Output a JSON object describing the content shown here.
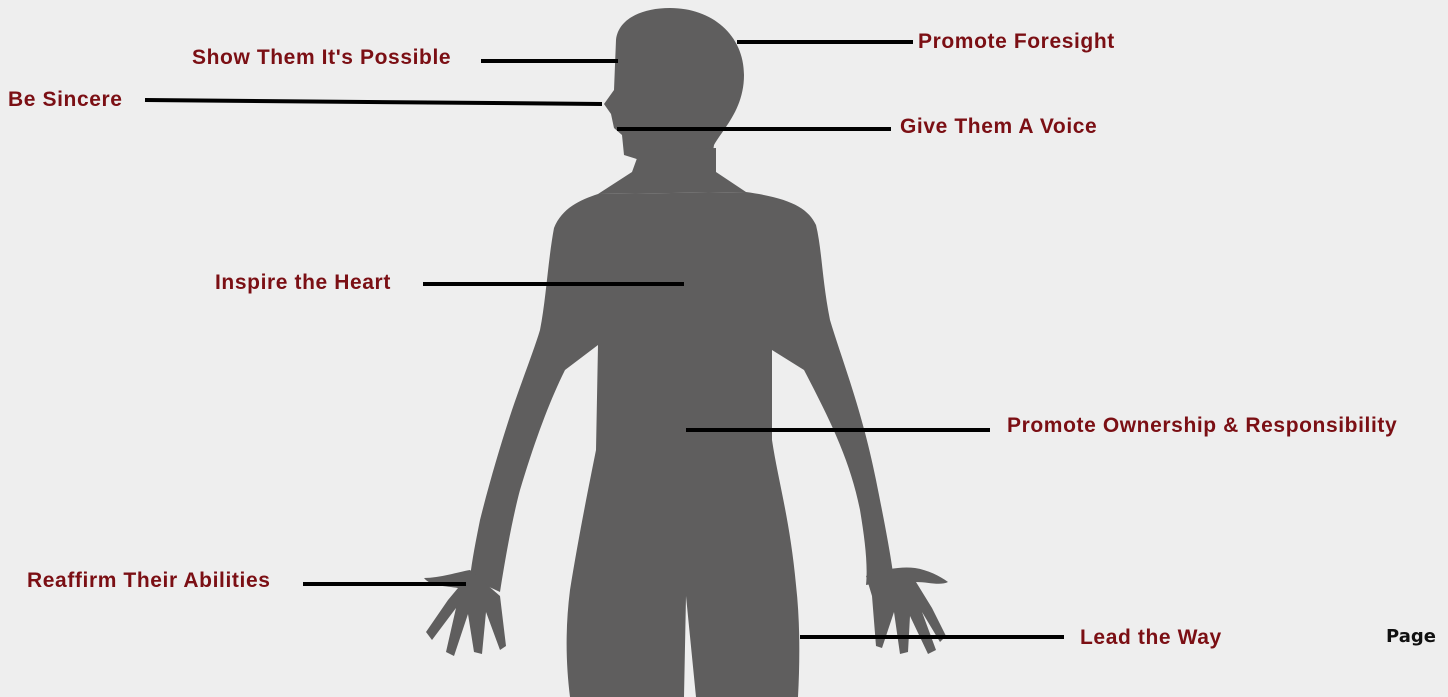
{
  "colors": {
    "background": "#eeeeee",
    "silhouette": "#5f5e5e",
    "label_text": "#7b0f14",
    "leader_line": "#000000",
    "page_text": "#111111"
  },
  "labels": {
    "show_possible": "Show Them It's Possible",
    "promote_foresight": "Promote Foresight",
    "be_sincere": "Be Sincere",
    "give_voice": "Give Them A Voice",
    "inspire_heart": "Inspire the Heart",
    "promote_ownership": "Promote Ownership & Responsibility",
    "reaffirm_abilities": "Reaffirm Their Abilities",
    "lead_way": "Lead the Way"
  },
  "page_label": "Page"
}
